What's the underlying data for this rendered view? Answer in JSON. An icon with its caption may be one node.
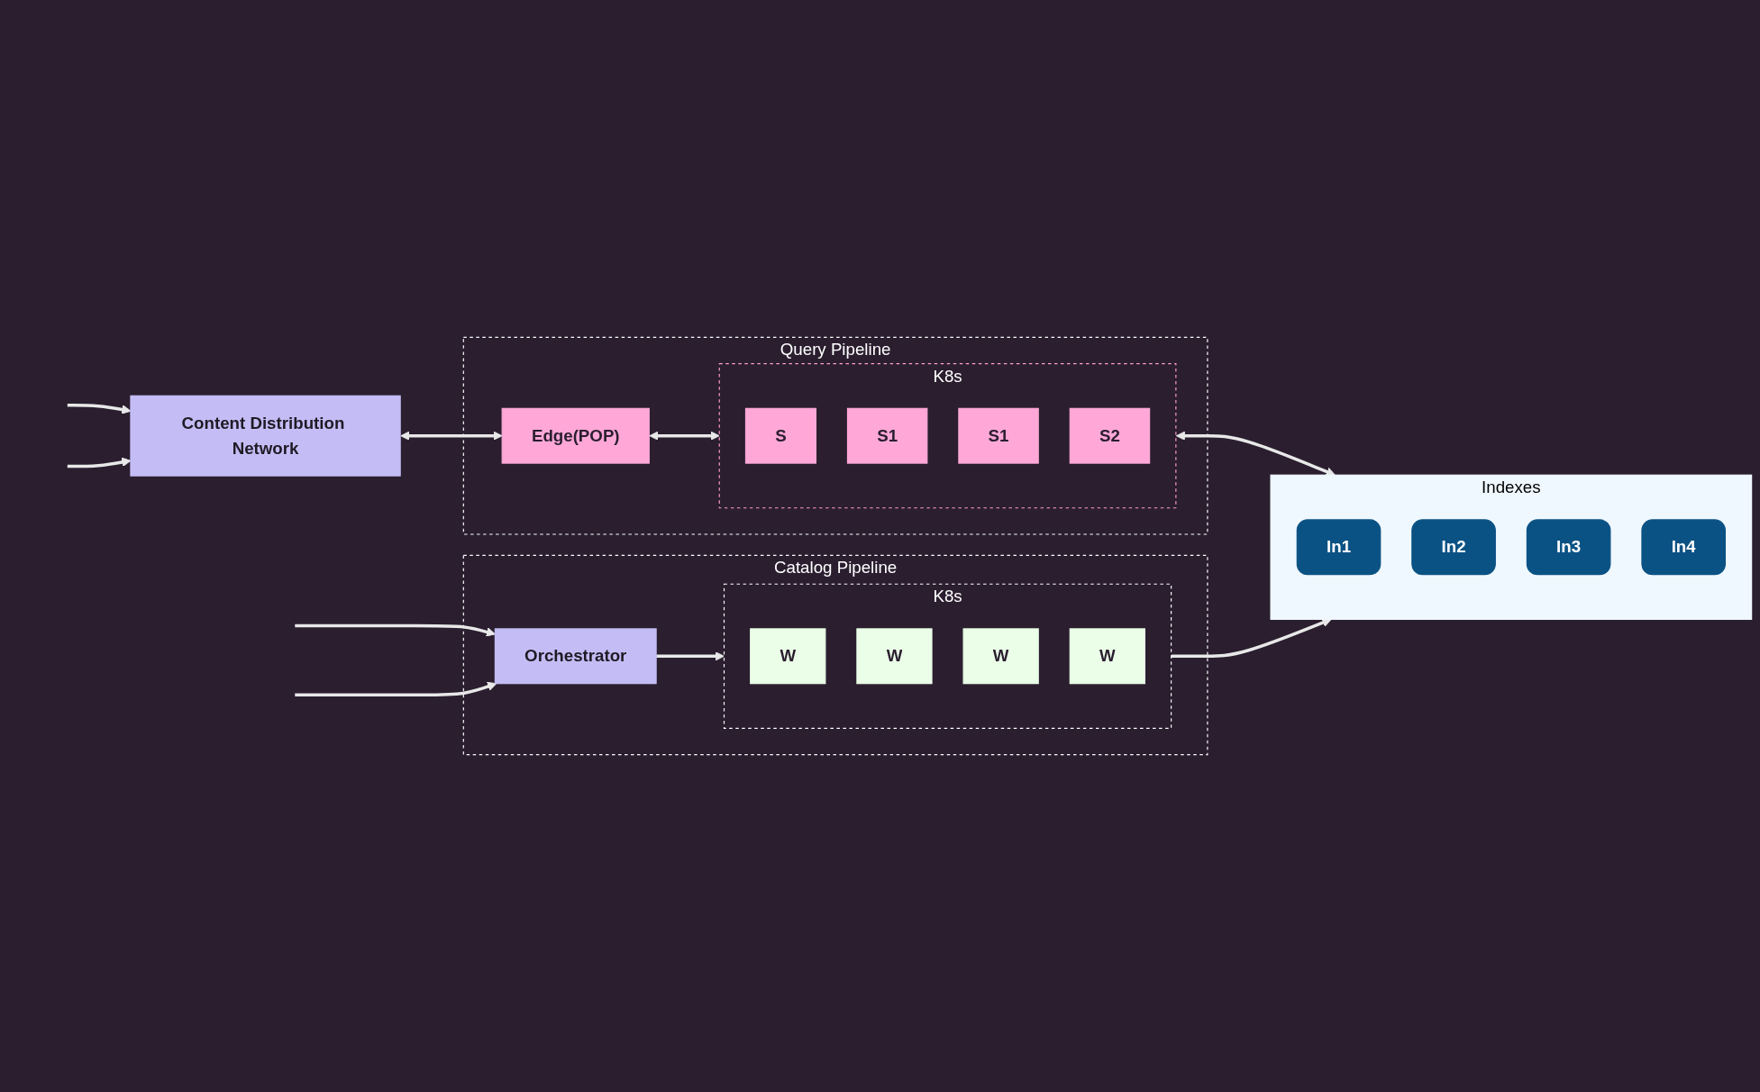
{
  "diagram": {
    "nodes": [
      {
        "text": [
          "Content Distribution Network"
        ]
      },
      {
        "text": [
          "Query Pipeline"
        ]
      },
      {
        "text": [
          "Edge(POP)"
        ],
        "in": 1
      },
      {
        "text": [
          "K8s"
        ],
        "in": 1
      },
      {
        "text": [
          "S"
        ],
        "in": 3
      },
      {
        "text": [
          "S1"
        ],
        "in": 3
      },
      {
        "text": [
          "S1"
        ],
        "in": 3
      },
      {
        "text": [
          "S2"
        ],
        "in": 3
      },
      {
        "text": [
          "Indexes"
        ]
      },
      {
        "text": [
          "In1"
        ],
        "in": 8
      },
      {
        "text": [
          "In2"
        ],
        "in": 8
      },
      {
        "text": [
          "In3"
        ],
        "in": 8
      },
      {
        "text": [
          "In4"
        ],
        "in": 8
      },
      {
        "text": [
          "Catalog Pipeline"
        ]
      },
      {
        "text": [
          "K8s"
        ],
        "in": 13
      },
      {
        "text": [
          "W"
        ],
        "in": 14
      },
      {
        "text": [
          "W"
        ],
        "in": 14
      },
      {
        "text": [
          "W"
        ],
        "in": 14
      },
      {
        "text": [
          "W"
        ],
        "in": 14
      },
      {
        "text": [
          "Orchestrator"
        ],
        "in": 13
      }
    ],
    "edges": [
      {
        "from": null,
        "to": 0,
        "arrow": "to"
      },
      {
        "from": null,
        "to": 0,
        "arrow": "to"
      },
      {
        "from": 0,
        "to": 2,
        "arrow": "both"
      },
      {
        "from": 2,
        "to": 3,
        "arrow": "both"
      },
      {
        "from": 3,
        "to": 8,
        "arrow": "both"
      },
      {
        "from": 14,
        "to": 8,
        "arrow": "to"
      },
      {
        "from": 19,
        "to": 14,
        "arrow": "to"
      },
      {
        "from": null,
        "to": 19,
        "arrow": "to"
      },
      {
        "from": null,
        "to": 19,
        "arrow": "to"
      }
    ]
  }
}
